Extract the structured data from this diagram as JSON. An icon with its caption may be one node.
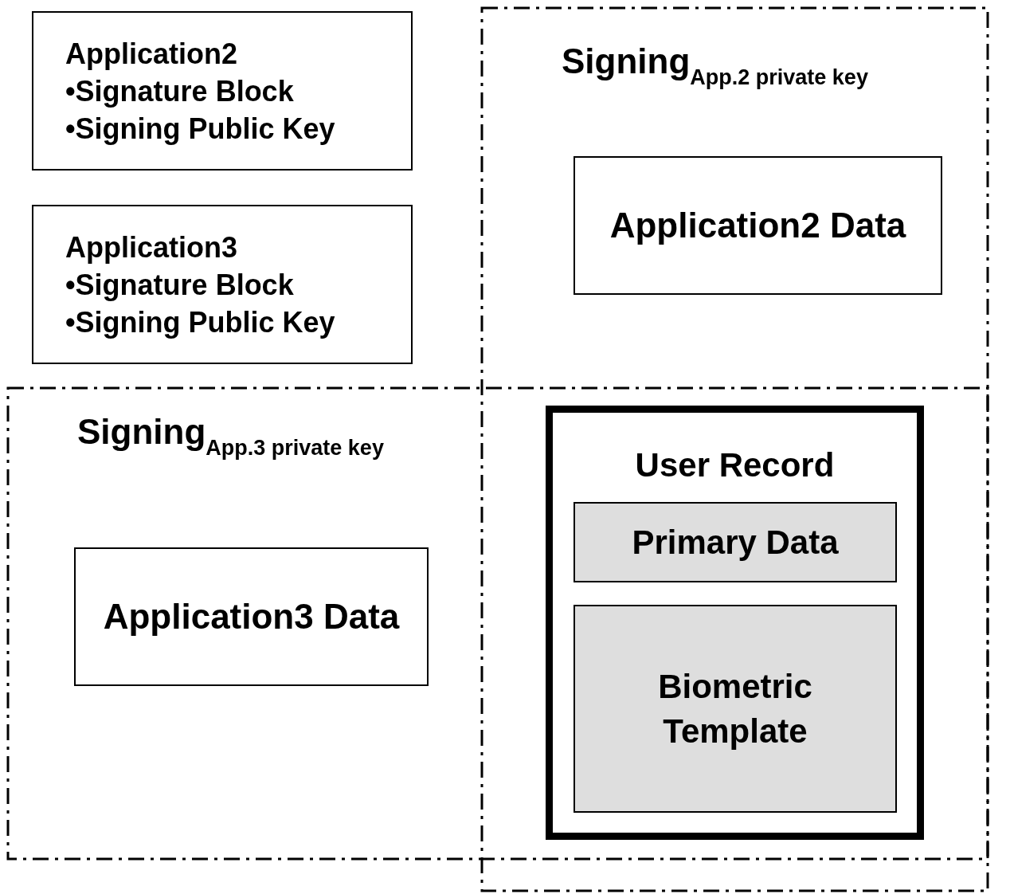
{
  "diagram": {
    "nodes": [
      {
        "text": [
          "Application2",
          "•Signature Block",
          "•Signing Public Key"
        ]
      },
      {
        "text": [
          "Application3",
          "•Signature Block",
          "•Signing Public Key"
        ]
      },
      {
        "text": [
          "Signing$_{App.2 private key}$"
        ]
      },
      {
        "text": [
          "Application2 Data"
        ],
        "in": 2
      },
      {
        "text": [
          "Signing$_{App.3 private key}$"
        ]
      },
      {
        "text": [
          "Application3 Data"
        ],
        "in": 4
      },
      {
        "text": [
          "User Record"
        ]
      },
      {
        "text": [
          "Primary Data"
        ],
        "in": 6
      },
      {
        "text": [
          "Biometric Template"
        ],
        "in": 6
      }
    ]
  }
}
